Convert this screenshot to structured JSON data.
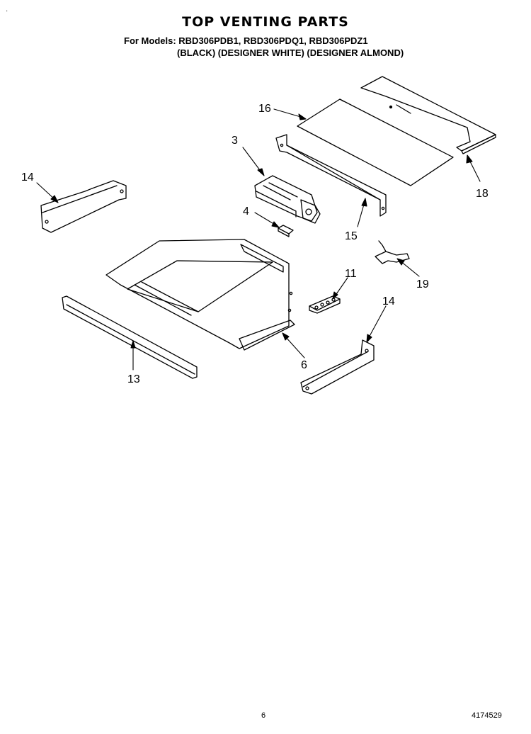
{
  "title": "TOP VENTING PARTS",
  "subtitle_models": "For Models: RBD306PDB1, RBD306PDQ1, RBD306PDZ1",
  "subtitle_colors": "(BLACK) (DESIGNER WHITE) (DESIGNER ALMOND)",
  "corner_mark": "·",
  "labels": {
    "p16": "16",
    "p3": "3",
    "p14a": "14",
    "p4": "4",
    "p18": "18",
    "p15": "15",
    "p11": "11",
    "p19": "19",
    "p14b": "14",
    "p6": "6",
    "p13": "13"
  },
  "footer": {
    "page": "6",
    "code": "4174529"
  }
}
